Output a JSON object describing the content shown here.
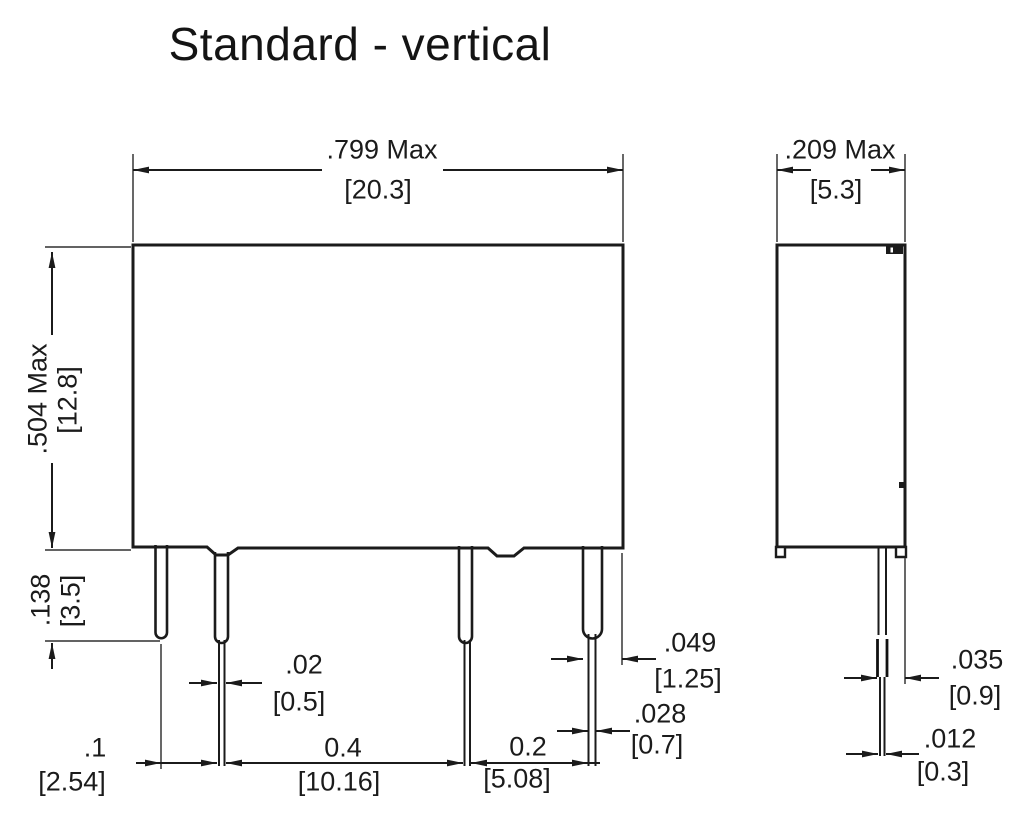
{
  "title": "Standard - vertical",
  "views": {
    "front": {
      "dims": {
        "body_width": {
          "inch": ".799 Max",
          "mm": "[20.3]"
        },
        "body_height": {
          "inch": ".504 Max",
          "mm": "[12.8]"
        },
        "pin_length": {
          "inch": ".138",
          "mm": "[3.5]"
        },
        "pin_thickness": {
          "inch": ".02",
          "mm": "[0.5]"
        },
        "pitch_1_2": {
          "inch": ".1",
          "mm": "[2.54]"
        },
        "pitch_2_3": {
          "inch": "0.4",
          "mm": "[10.16]"
        },
        "pitch_3_4": {
          "inch": "0.2",
          "mm": "[5.08]"
        },
        "pin4_wide": {
          "inch": ".049",
          "mm": "[1.25]"
        },
        "pin4_narrow": {
          "inch": ".028",
          "mm": "[0.7]"
        }
      }
    },
    "side": {
      "dims": {
        "body_depth": {
          "inch": ".209 Max",
          "mm": "[5.3]"
        },
        "pin_wide": {
          "inch": ".035",
          "mm": "[0.9]"
        },
        "pin_narrow": {
          "inch": ".012",
          "mm": "[0.3]"
        }
      }
    }
  }
}
